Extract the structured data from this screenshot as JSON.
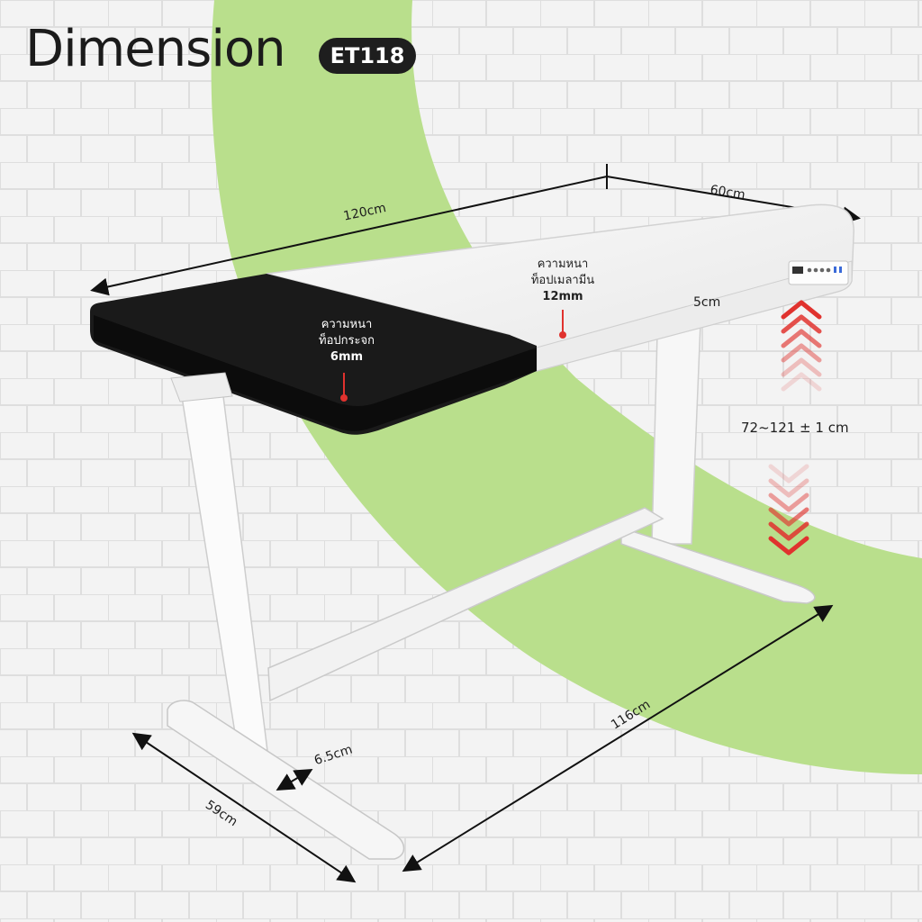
{
  "header": {
    "title": "Dimension",
    "model": "ET118"
  },
  "dimensions": {
    "width": "120cm",
    "depth": "60cm",
    "panel_thickness": "5cm",
    "height_range": "72~121 ± 1 cm",
    "frame_length": "116cm",
    "foot_depth": "59cm",
    "leg_width": "6.5cm"
  },
  "callouts": {
    "glass_top": {
      "line1": "ความหนา",
      "line2": "ท็อปกระจก",
      "value": "6mm"
    },
    "melamine_top": {
      "line1": "ความหนา",
      "line2": "ท็อปเมลามีน",
      "value": "12mm"
    }
  },
  "colors": {
    "background": "#f1f1f1",
    "accent_green": "#b9df8c",
    "glass_black": "#1a1a1a",
    "frame_white": "#ffffff",
    "arrow_red": "#e0322e"
  }
}
